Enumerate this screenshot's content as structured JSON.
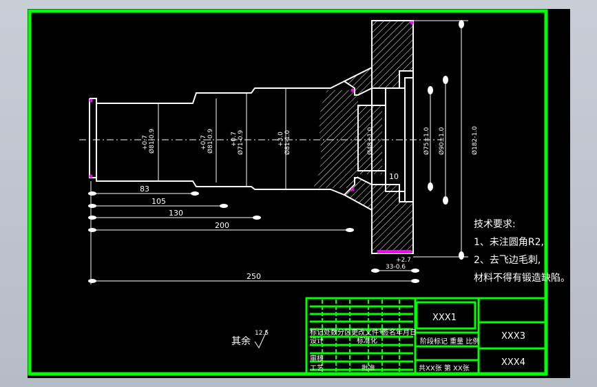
{
  "drawing": {
    "dimensions_horizontal": [
      "83",
      "105",
      "130",
      "200",
      "250",
      "10"
    ],
    "dimensions_vertical": [
      "Ø81-0.9",
      "Ø81-0.9",
      "Ø71-0.9",
      "Ø81-1.0",
      "Ø48±1.0",
      "Ø75±1.0",
      "Ø90±1.0",
      "Ø182-1.0"
    ],
    "tolerance_upper": [
      "+0.7",
      "+0.7",
      "+0.7",
      "+3.0",
      "+2.7"
    ],
    "flange_width": "33-0.6",
    "surface_note": "其余",
    "roughness_value": "12.5"
  },
  "tech_requirements": {
    "title": "技术要求:",
    "items": [
      "1、未注圆角R2,",
      "2、去飞边毛刺,",
      "材料不得有锻造缺陷。"
    ]
  },
  "title_block": {
    "name_box": "XXX1",
    "box3": "XXX3",
    "box4": "XXX4",
    "row_labels": [
      "标记处数",
      "分区",
      "更改文件号",
      "签名",
      "年月日"
    ],
    "design": "设计",
    "standardize": "标准化",
    "check": "审核",
    "process": "工艺",
    "approve": "批准",
    "stage_labels": "阶段标记  重量  比例",
    "sheet_info": "共XX张 第 XX张"
  },
  "colors": {
    "border": "#00ff00",
    "lines": "#ffffff",
    "marker": "#ff00ff",
    "background": "#000000"
  }
}
